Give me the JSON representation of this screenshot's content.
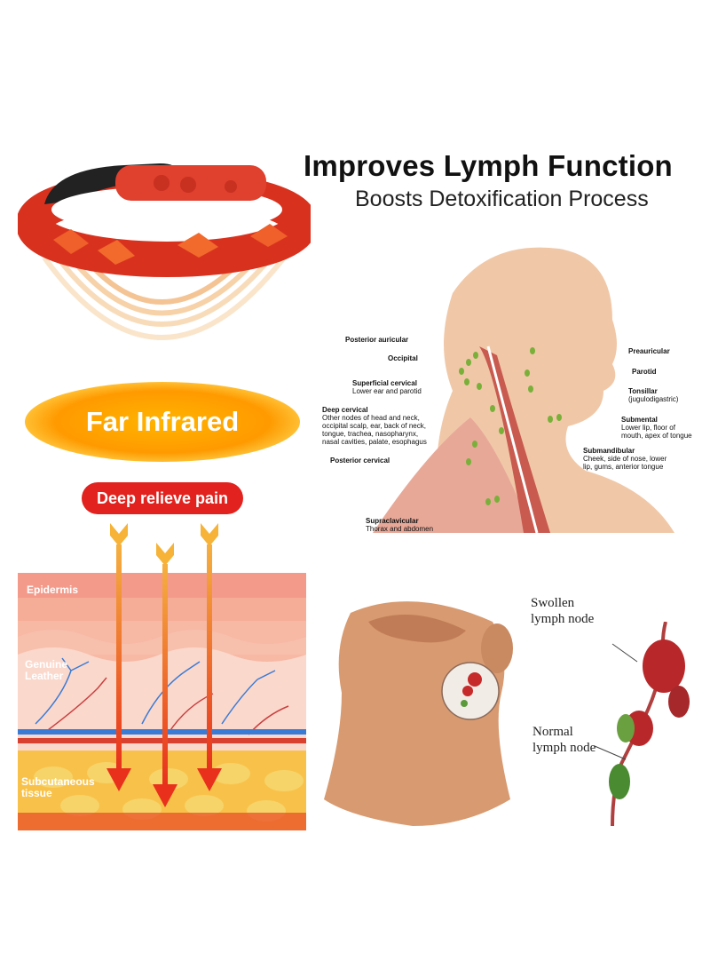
{
  "headline": {
    "title": "Improves Lymph Function",
    "subtitle": "Boosts Detoxification Process"
  },
  "bracelet": {
    "color": "#e03a2c"
  },
  "far_infrared": {
    "label": "Far Infrared",
    "pill_label": "Deep relieve pain"
  },
  "skin_layers": {
    "epidermis": "Epidermis",
    "genuine_leather_line1": "Genuine",
    "genuine_leather_line2": "Leather",
    "subcutaneous_line1": "Subcutaneous",
    "subcutaneous_line2": "tissue"
  },
  "neck_diagram": {
    "posterior_auricular": "Posterior auricular",
    "occipital": "Occipital",
    "superficial_cervical": "Superficial cervical",
    "superficial_cervical_desc": "Lower ear and parotid",
    "deep_cervical": "Deep cervical",
    "deep_cervical_desc1": "Other nodes of head and neck,",
    "deep_cervical_desc2": "occipital scalp, ear, back of neck,",
    "deep_cervical_desc3": "tongue, trachea, nasopharynx,",
    "deep_cervical_desc4": "nasal cavities, palate, esophagus",
    "posterior_cervical": "Posterior cervical",
    "supraclavicular": "Supraclavicular",
    "supraclavicular_desc": "Thorax and abdomen",
    "preauricular": "Preauricular",
    "parotid": "Parotid",
    "tonsillar": "Tonsillar",
    "tonsillar_desc": "(jugulodigastric)",
    "submental": "Submental",
    "submental_desc1": "Lower lip, floor of",
    "submental_desc2": "mouth, apex of tongue",
    "submandibular": "Submandibular",
    "submandibular_desc1": "Cheek, side of nose, lower",
    "submandibular_desc2": "lip, gums, anterior tongue",
    "node_color": "#7ab03a"
  },
  "lymph_node_diagram": {
    "swollen_line1": "Swollen",
    "swollen_line2": "lymph node",
    "normal_line1": "Normal",
    "normal_line2": "lymph node"
  }
}
